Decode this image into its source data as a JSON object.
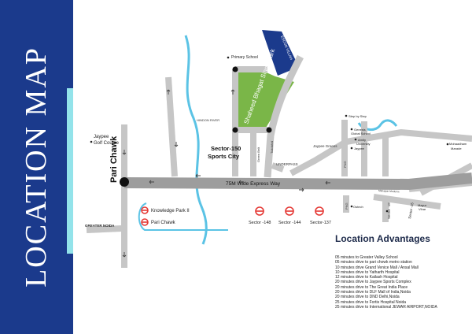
{
  "sidebar": {
    "title": "LOCATION MAP",
    "color": "#1b3a8c",
    "accent": "#93e3ea"
  },
  "labels": {
    "primary_school": "Primary School",
    "project": "ESCON VILLAH",
    "park": "Shaheed Bhagat Singh Park",
    "hindon": "HINDON RIVER",
    "sector150": "Sector-150",
    "sports_city": "Sports City",
    "green_belt": "Green Belt",
    "tukdahal": "Tukdahal",
    "underpass": "UNDERPASS",
    "jaypee_greens": "Jaypee Greens",
    "jaypee_golf_1": "Jaypee",
    "jaypee_golf_2": "Golf Course",
    "pari_chawk_road": "Pari Chawk",
    "expressway": "75M Wide Express Way",
    "knowledge_park": "Knowledge Park II",
    "pari_chawk_metro": "Pari Chawk",
    "greater_noida": "GREATER NOIDA",
    "sector148": "Sector -148",
    "sector144": "Sector -144",
    "sector137": "Sector-137",
    "step_by_step": "Step by Step",
    "genesis_1": "Genesis",
    "genesis_2": "Global School",
    "amity_1": "Amity",
    "amity_2": "University",
    "jaypee_hosp": "Jaypee",
    "png_1": "PNG",
    "png_2": "PNG",
    "ostech": "Ostech",
    "sector18": "Sector -18",
    "sector15": "Sector -15",
    "mahagun": "Mahagun Moderne",
    "mayur_vihar_1": "Mayur",
    "mayur_vihar_2": "Vihar",
    "mahagun_1": "Mohaadham",
    "mahagun_2": "Marade"
  },
  "advantages": {
    "heading": "Location Advantages",
    "items": [
      "05 minutes to Greater Valley School",
      "05 minutes drive to pari chowk metro station",
      "10 minutes drive Grand Venice Mall / Ansal Mall",
      "10 minutes drive to Yatharth Hospital",
      "12 minutes drive to Kailash Hospital",
      "20 minutes drive to Jaypee Sports Complex",
      "20 minutes drive to The Great India Place",
      "20 minutes drive to DLF Mall of India,Noida",
      "20 minutes drive to DND Delhi,Noida",
      "25 minutes drive to Fortis Hospital Noida",
      "25 minutes drive to International JEWAR AIRPORT,NOIDA"
    ]
  },
  "colors": {
    "road": "#c6c6c6",
    "expressway": "#9d9d9d",
    "park": "#7ab648",
    "river": "#5bc3e5",
    "metro": "#e53935",
    "brand": "#1b3a8c"
  }
}
